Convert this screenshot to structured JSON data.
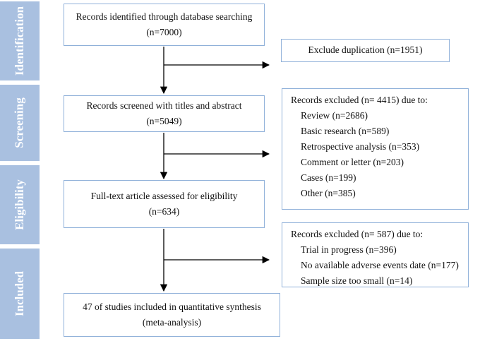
{
  "stages": [
    "Identification",
    "Screening",
    "Eligibility",
    "Included"
  ],
  "boxes": {
    "identified": {
      "line1": "Records identified through database searching",
      "line2": "(n=7000)"
    },
    "duplication": {
      "text": "Exclude duplication (n=1951)"
    },
    "screened": {
      "line1": "Records screened with titles and abstract",
      "line2": "(n=5049)"
    },
    "excluded_screening": {
      "heading": "Records excluded (n= 4415) due to:",
      "items": [
        "Review (n=2686)",
        "Basic research (n=589)",
        "Retrospective analysis (n=353)",
        "Comment or letter (n=203)",
        "Cases (n=199)",
        "Other (n=385)"
      ]
    },
    "fulltext": {
      "line1": "Full-text article assessed for eligibility",
      "line2": "(n=634)"
    },
    "excluded_eligibility": {
      "heading": "Records excluded (n= 587) due to:",
      "items": [
        "Trial in progress (n=396)",
        "No available adverse events date (n=177)",
        "Sample size too small (n=14)"
      ]
    },
    "included": {
      "line1": "47 of studies included in quantitative synthesis",
      "line2": "(meta-analysis)"
    }
  },
  "colors": {
    "stage_fill": "#a9c0e0",
    "box_border": "#8fb0d9",
    "arrow": "#000000"
  }
}
